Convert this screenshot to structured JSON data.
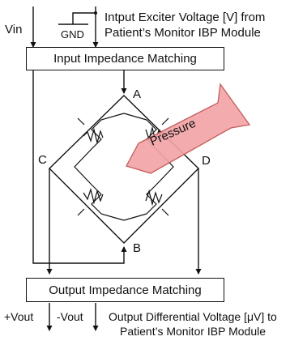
{
  "inputs": {
    "vin": "Vin",
    "gnd": "GND",
    "exciter_line1": "Intput Exciter Voltage [V] from",
    "exciter_line2": "Patient’s Monitor IBP Module"
  },
  "blocks": {
    "input_matching": "Input Impedance Matching",
    "output_matching": "Output Impedance Matching"
  },
  "bridge": {
    "node_a": "A",
    "node_b": "B",
    "node_c": "C",
    "node_d": "D",
    "pressure_label": "Pressure"
  },
  "outputs": {
    "plus_vout": "+Vout",
    "minus_vout": "-Vout",
    "diff_line1": "Output Differential Voltage [μV] to",
    "diff_line2": "Patient’s Monitor IBP Module"
  },
  "colors": {
    "line": "#111111",
    "pressure_fill": "#f3a4a8",
    "pressure_stroke": "#c0504d"
  }
}
